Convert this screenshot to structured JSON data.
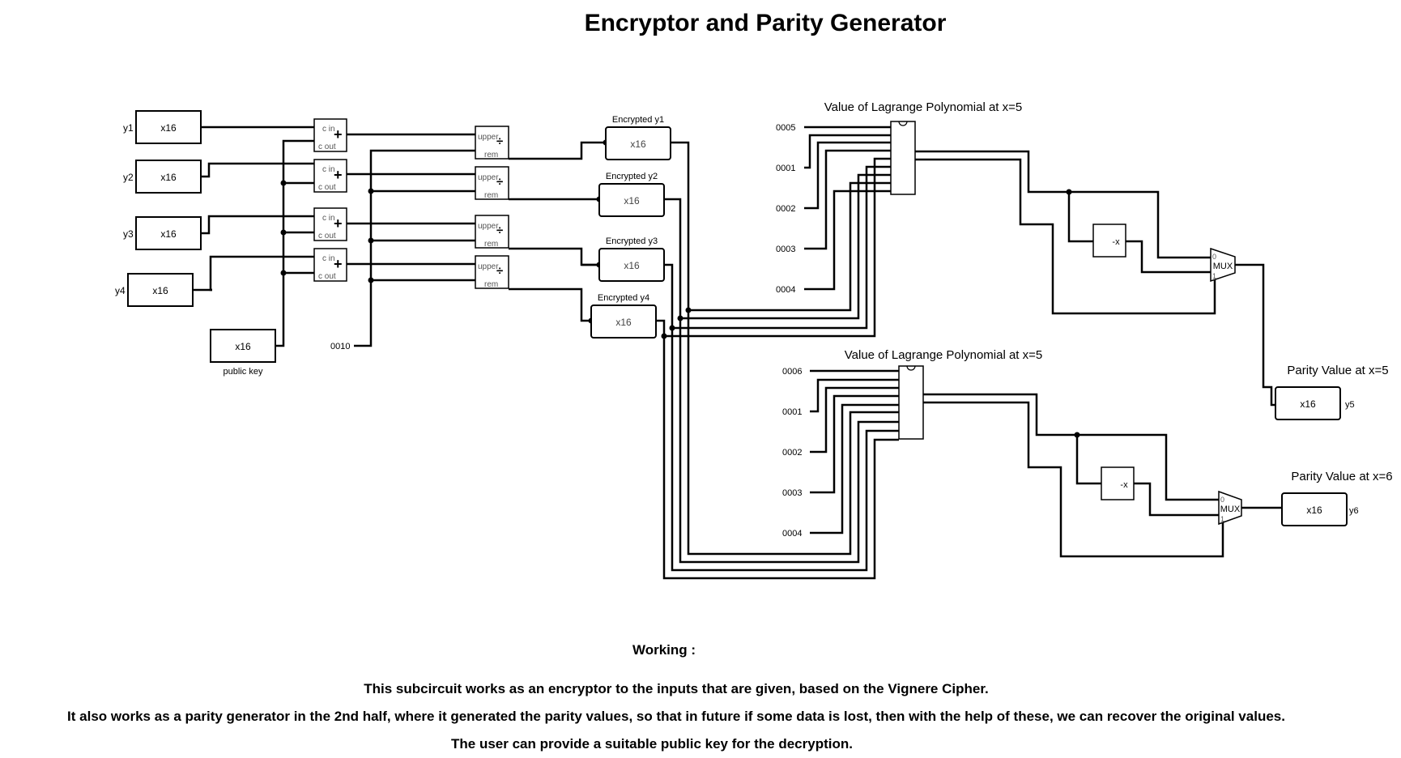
{
  "title": "Encryptor and Parity Generator",
  "inputs": [
    {
      "label": "y1",
      "box": "x16"
    },
    {
      "label": "y2",
      "box": "x16"
    },
    {
      "label": "y3",
      "box": "x16"
    },
    {
      "label": "y4",
      "box": "x16"
    }
  ],
  "public_key": {
    "box": "x16",
    "label": "public key"
  },
  "modulus_constant": "0010",
  "adder": {
    "cin": "c in",
    "cout": "c out",
    "symbol": "+"
  },
  "divider": {
    "upper": "upper",
    "rem": "rem",
    "symbol": "÷"
  },
  "encrypted_outputs": [
    {
      "label": "Encrypted y1",
      "box": "x16"
    },
    {
      "label": "Encrypted y2",
      "box": "x16"
    },
    {
      "label": "Encrypted y3",
      "box": "x16"
    },
    {
      "label": "Encrypted y4",
      "box": "x16"
    }
  ],
  "lagrange_1": {
    "label": "Value of Lagrange Polynomial at x=5",
    "constants": [
      "0005",
      "0001",
      "0002",
      "0003",
      "0004"
    ]
  },
  "lagrange_2": {
    "label": "Value of Lagrange Polynomial at x=5",
    "constants": [
      "0006",
      "0001",
      "0002",
      "0003",
      "0004"
    ]
  },
  "negator": {
    "label": "-x"
  },
  "mux": {
    "label": "MUX",
    "in0": "0",
    "in1": "1"
  },
  "parity_1": {
    "label": "Parity Value at x=5",
    "box": "x16",
    "out": "y5"
  },
  "parity_2": {
    "label": "Parity Value at x=6",
    "box": "x16",
    "out": "y6"
  },
  "working": {
    "heading": "Working :",
    "line1": "This subcircuit works as an encryptor to the inputs that are given, based on the Vignere Cipher.",
    "line2": "It also works as a parity generator in the 2nd half, where it generated the parity values, so that in future if some data is lost, then with the help of these, we can recover the original values.",
    "line3": "The user can provide a suitable public key for the decryption."
  }
}
